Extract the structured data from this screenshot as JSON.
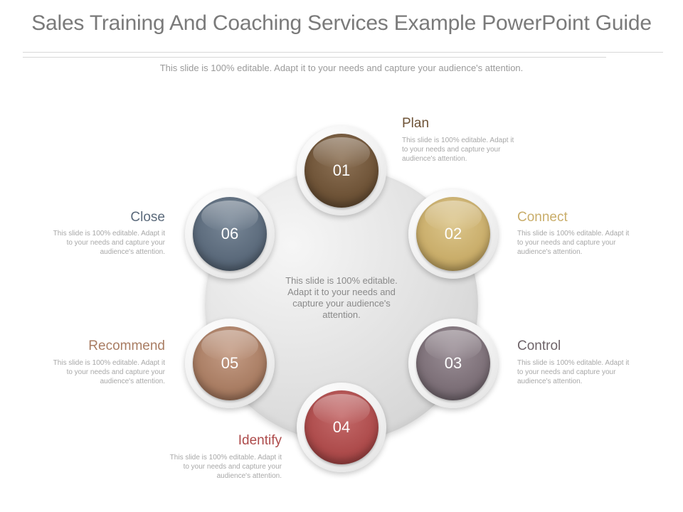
{
  "title": "Sales Training And Coaching Services Example PowerPoint Guide",
  "subtitle": "This slide is 100% editable. Adapt it to your needs and capture your audience's attention.",
  "center_text": "This slide is 100% editable. Adapt it to your needs and capture your audience's attention.",
  "steps": [
    {
      "number": "01",
      "label": "Plan",
      "text": "This slide is 100% editable. Adapt it to your needs and capture your audience's attention.",
      "color": "#6e5337"
    },
    {
      "number": "02",
      "label": "Connect",
      "text": "This slide is 100% editable. Adapt it to your needs and capture your audience's attention.",
      "color": "#c9ad6a"
    },
    {
      "number": "03",
      "label": "Control",
      "text": "This slide is 100% editable. Adapt it to your needs and capture your audience's attention.",
      "color": "#7c6f77"
    },
    {
      "number": "04",
      "label": "Identify",
      "text": "This slide is 100% editable. Adapt it to your needs and capture your audience's attention.",
      "color": "#ad4b4b"
    },
    {
      "number": "05",
      "label": "Recommend",
      "text": "This slide is 100% editable. Adapt it to your needs and capture your audience's attention.",
      "color": "#a97d63"
    },
    {
      "number": "06",
      "label": "Close",
      "text": "This slide is 100% editable. Adapt it to your needs and capture your audience's attention.",
      "color": "#5b6a7b"
    }
  ]
}
